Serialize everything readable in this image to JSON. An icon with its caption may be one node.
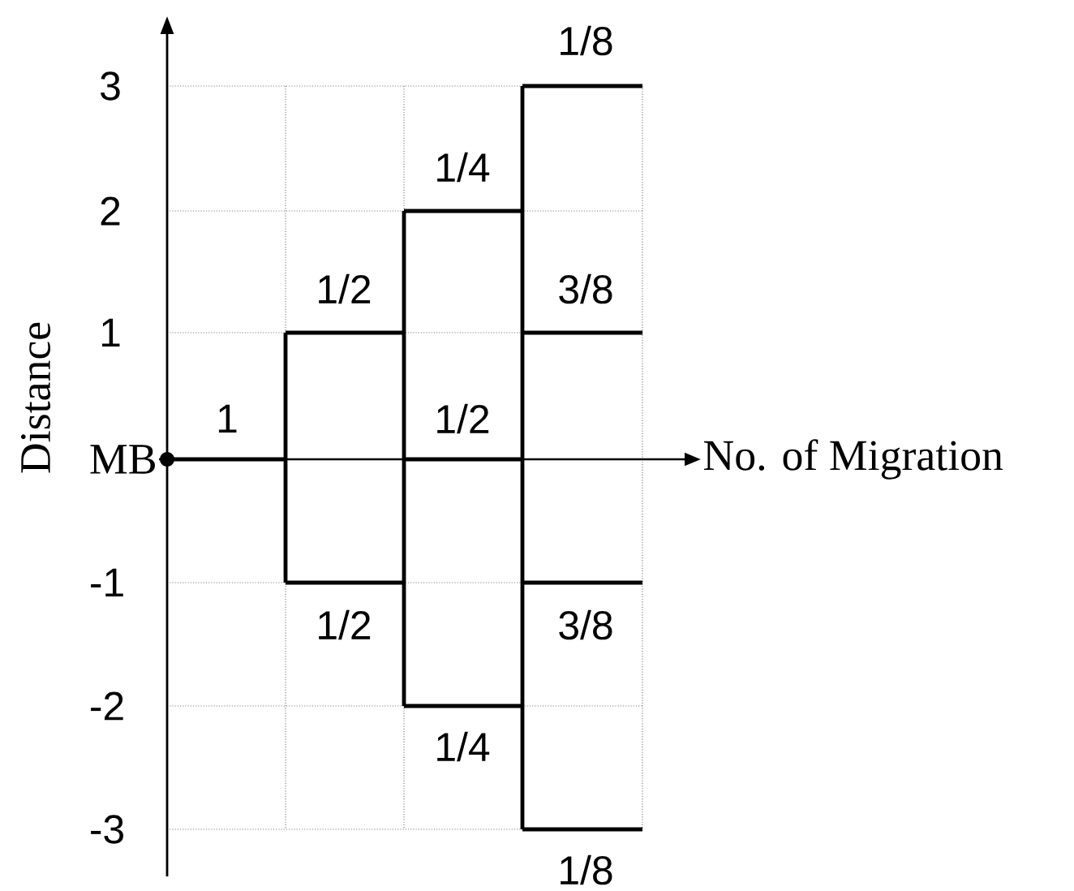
{
  "diagram": {
    "nodes": [
      {
        "text": [
          "MB"
        ]
      },
      {
        "text": [
          "No. of Migration"
        ]
      }
    ],
    "edges": [
      {
        "from": 0,
        "to": 1,
        "arrow": "to"
      }
    ],
    "labels": [
      "Distance",
      "1/8",
      "3",
      "1/4",
      "2",
      "1/2",
      "3/8",
      "1",
      "1",
      "1/2",
      "-1",
      "1/2",
      "3/8",
      "-2",
      "1/4",
      "-3",
      "1/8"
    ]
  }
}
